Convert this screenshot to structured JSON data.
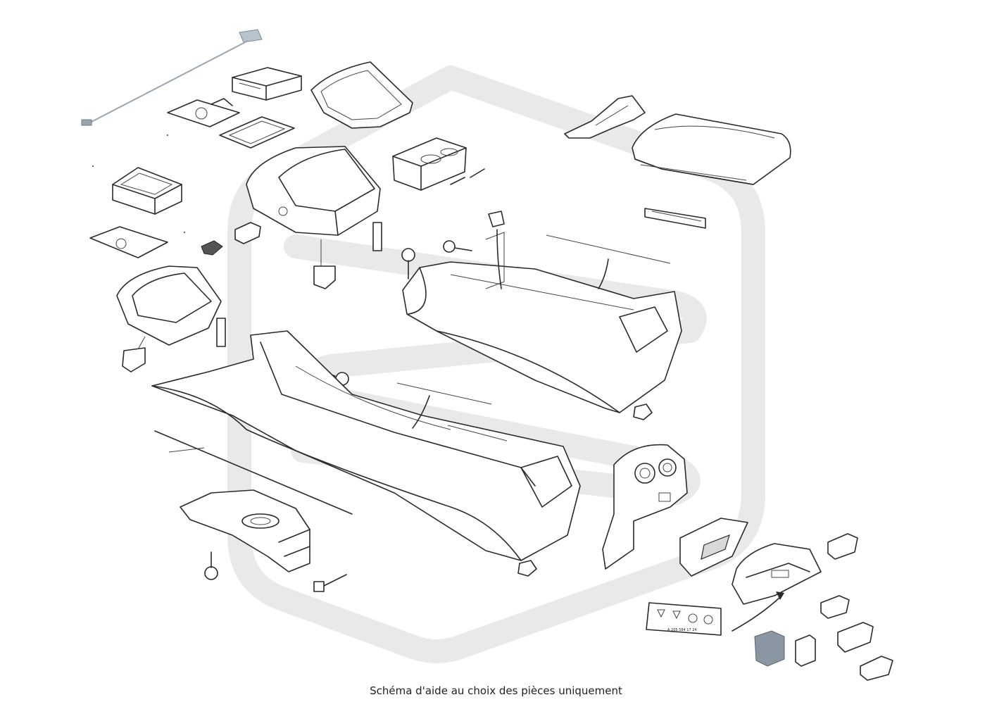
{
  "caption": "Schéma d'aide au choix des pièces uniquement",
  "label_text": "A 205 584 17 24",
  "colors": {
    "line": "#2a2a2a",
    "watermark": "#e9e9e9",
    "antenna_plate": "#b9c3cb",
    "switch_body": "#8b96a3"
  },
  "watermark_icon": "stylized-s-logo-watermark",
  "parts": [
    {
      "name": "antenna-cable",
      "icon": "antenna-cable-icon"
    },
    {
      "name": "control-module",
      "icon": "module-box-icon"
    },
    {
      "name": "cover-frame",
      "icon": "frame-icon"
    },
    {
      "name": "phone-tray-mat",
      "icon": "mat-icon"
    },
    {
      "name": "storage-bin",
      "icon": "bin-icon"
    },
    {
      "name": "cupholder-assembly",
      "icon": "cupholder-icon"
    },
    {
      "name": "upper-trim-frame",
      "icon": "trim-frame-icon"
    },
    {
      "name": "switch-bracket",
      "icon": "bracket-icon"
    },
    {
      "name": "armrest-lid",
      "icon": "armrest-icon"
    },
    {
      "name": "hinge-arm",
      "icon": "hinge-icon"
    },
    {
      "name": "center-console-rear",
      "icon": "console-icon"
    },
    {
      "name": "center-console-front",
      "icon": "console-icon"
    },
    {
      "name": "air-vent-panel",
      "icon": "air-vent-icon"
    },
    {
      "name": "ashtray-insert",
      "icon": "ashtray-icon"
    },
    {
      "name": "glove-box-insert",
      "icon": "glovebox-icon"
    },
    {
      "name": "shift-lever-base",
      "icon": "gear-base-icon"
    },
    {
      "name": "warning-label",
      "icon": "label-icon"
    },
    {
      "name": "usb-switch",
      "icon": "switch-icon"
    }
  ]
}
